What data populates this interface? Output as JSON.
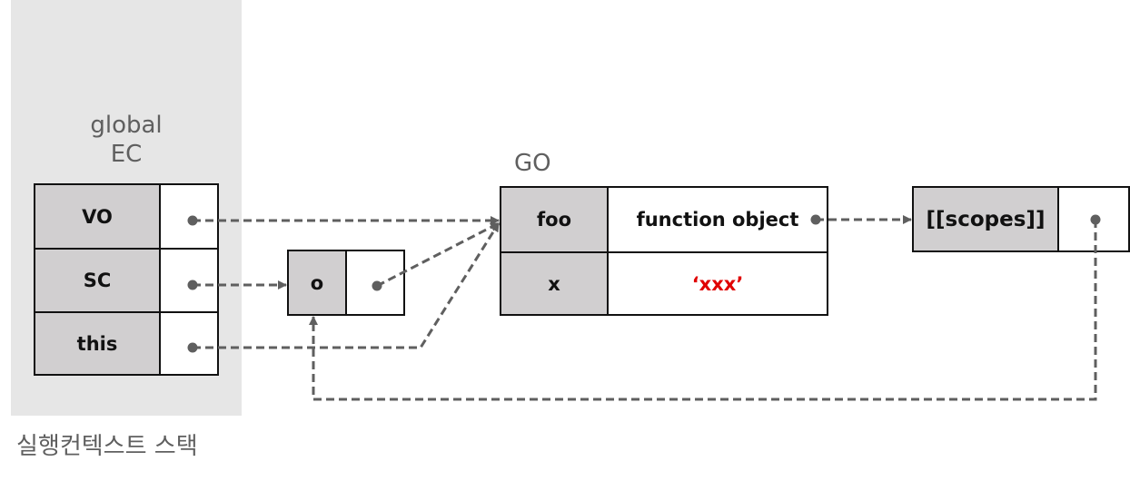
{
  "stack": {
    "label": "실행컨텍스트 스택",
    "ec_title_line1": "global",
    "ec_title_line2": "EC",
    "rows": [
      {
        "key": "VO"
      },
      {
        "key": "SC"
      },
      {
        "key": "this"
      }
    ]
  },
  "scope_chain_object": {
    "key": "o"
  },
  "global_object": {
    "title": "GO",
    "rows": [
      {
        "key": "foo",
        "value": "function object"
      },
      {
        "key": "x",
        "value": "‘xxx’"
      }
    ]
  },
  "function_object": {
    "key": "[[scopes]]"
  },
  "colors": {
    "string_value": "#e00000",
    "arrow": "#5f5f5f",
    "key_cell": "#d1cfd0",
    "panel": "#e6e6e6"
  }
}
